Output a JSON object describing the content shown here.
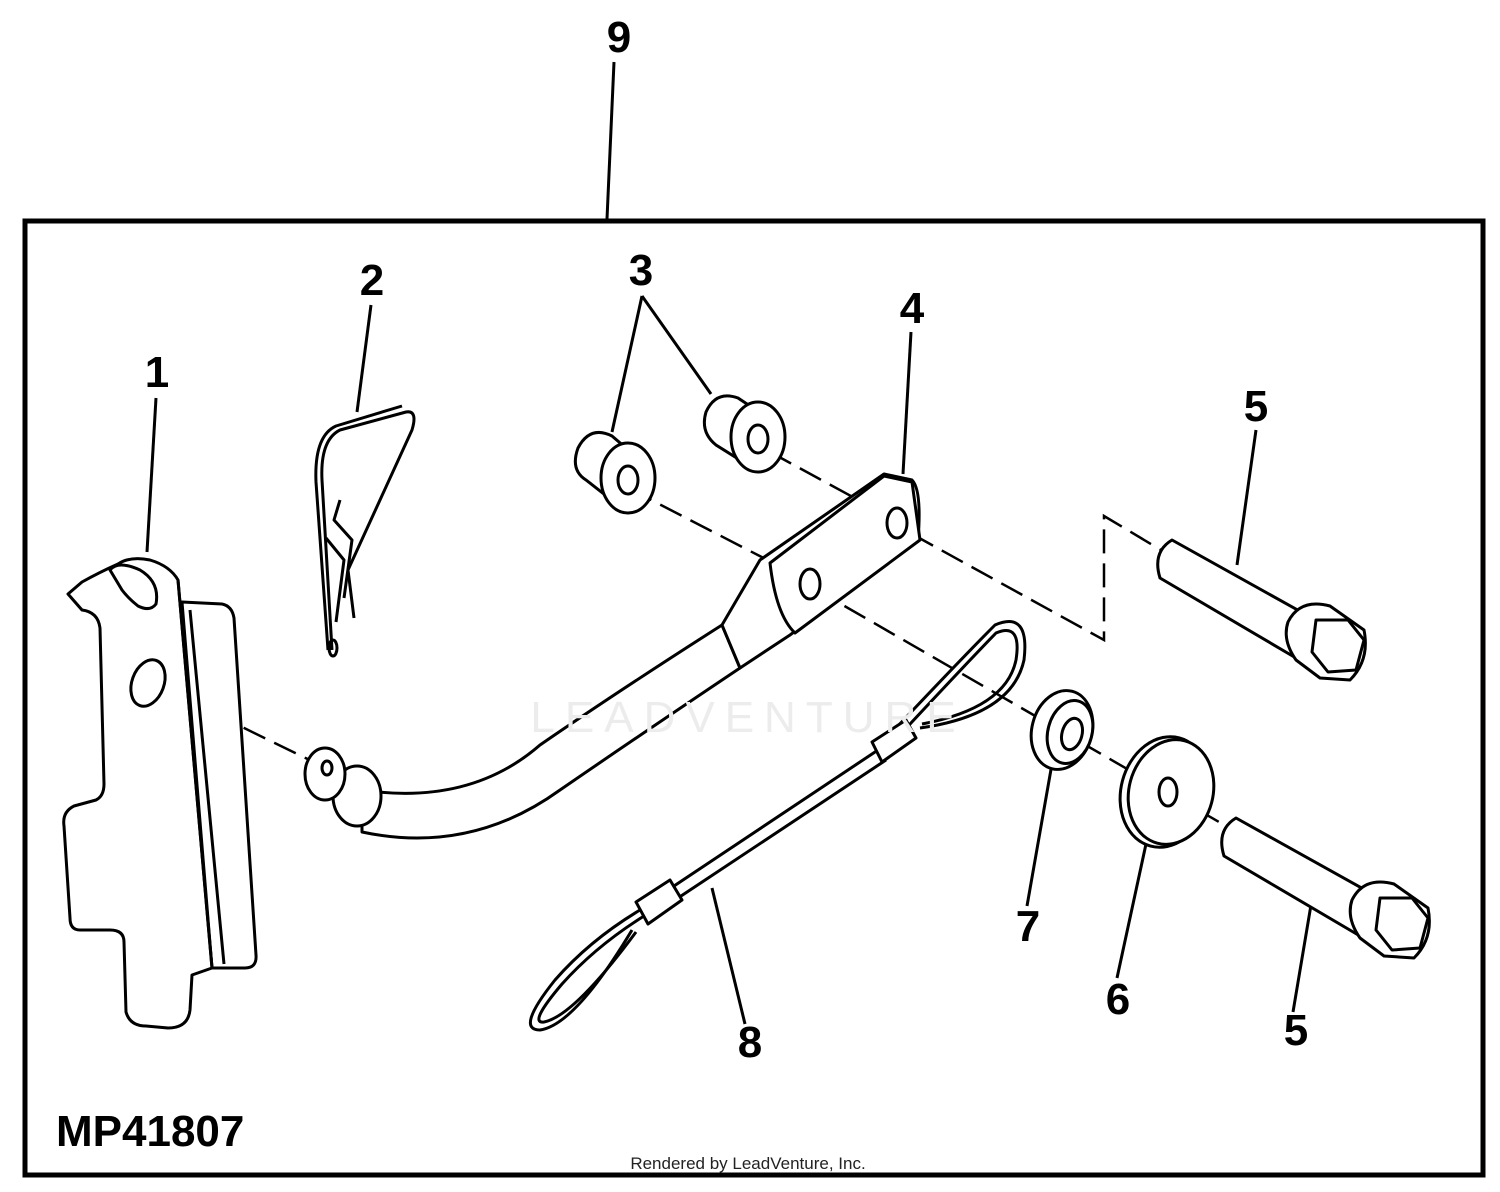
{
  "diagram": {
    "drawing_number": "MP41807",
    "credit": "Rendered by LeadVenture, Inc.",
    "watermark": "LEADVENTURE",
    "callouts": {
      "c9": "9",
      "c1": "1",
      "c2": "2",
      "c3": "3",
      "c4": "4",
      "c5_upper": "5",
      "c5_lower": "5",
      "c6": "6",
      "c7": "7",
      "c8": "8"
    }
  }
}
